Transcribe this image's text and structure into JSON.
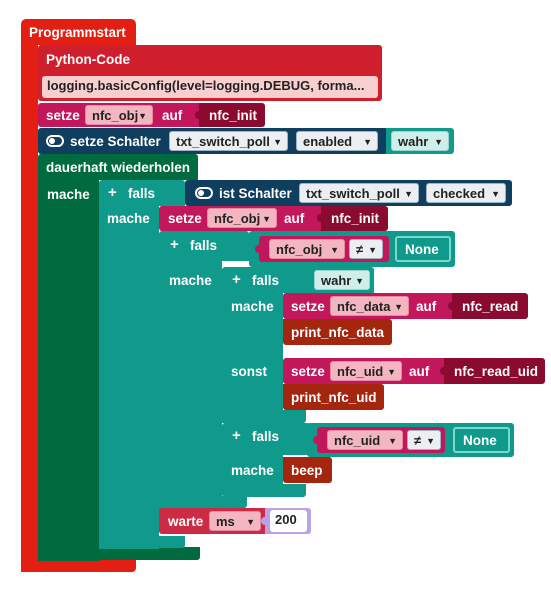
{
  "program": {
    "start_label": "Programmstart",
    "python_code_label": "Python-Code",
    "python_code_value": "logging.basicConfig(level=logging.DEBUG, forma..."
  },
  "setze_init": {
    "keyword": "setze",
    "variable": "nfc_obj",
    "auf": "auf",
    "value": "nfc_init"
  },
  "setze_switch": {
    "label": "setze Schalter",
    "switch": "txt_switch_poll",
    "property": "enabled",
    "value": "wahr"
  },
  "loop": {
    "label": "dauerhaft wiederholen",
    "mache": "mache",
    "falls": "falls",
    "condition": {
      "label": "ist Schalter",
      "switch": "txt_switch_poll",
      "property": "checked"
    },
    "inner_mache": "mache",
    "setze_obj": {
      "keyword": "setze",
      "variable": "nfc_obj",
      "auf": "auf",
      "value": "nfc_init"
    },
    "if2": {
      "falls": "falls",
      "compare": {
        "left": "nfc_obj",
        "op": "≠",
        "right": "None"
      },
      "mache": "mache",
      "if3": {
        "falls": "falls",
        "cond": "wahr",
        "mache": "mache",
        "setze_data": {
          "keyword": "setze",
          "variable": "nfc_data",
          "auf": "auf",
          "value": "nfc_read"
        },
        "print_data": "print_nfc_data",
        "sonst": "sonst",
        "setze_uid": {
          "keyword": "setze",
          "variable": "nfc_uid",
          "auf": "auf",
          "value": "nfc_read_uid"
        },
        "print_uid": "print_nfc_uid"
      },
      "if4": {
        "falls": "falls",
        "compare": {
          "left": "nfc_uid",
          "op": "≠",
          "right": "None"
        },
        "mache": "mache",
        "action": "beep"
      }
    },
    "warte": {
      "label": "warte",
      "unit": "ms",
      "value": "200"
    }
  },
  "colors": {
    "start": "#e31e12",
    "python": "#d01f2c",
    "variable": "#c2185b",
    "variable_dark": "#8b0a2f",
    "io": "#0f3e5e",
    "loop": "#006b3e",
    "logic": "#0f9a8c",
    "procedure": "#a4260f",
    "warte": "#cc2b43",
    "number": "#b9a2e5"
  }
}
